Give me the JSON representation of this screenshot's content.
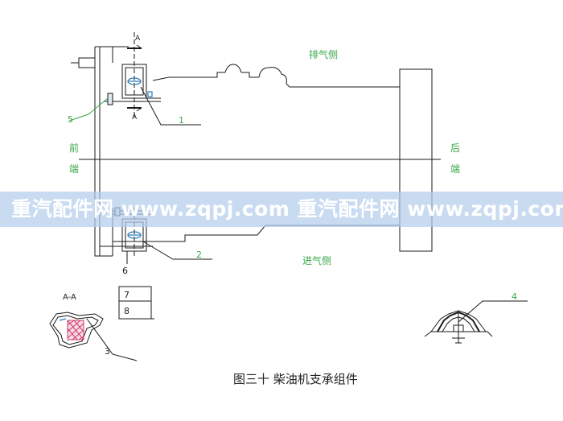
{
  "labels": {
    "exhaust_side": "排气侧",
    "intake_side": "进气侧",
    "front": "前",
    "front_end": "端",
    "rear": "后",
    "rear_end": "端",
    "section_a_top": "A",
    "section_a_bottom": "A",
    "section_aa": "A-A"
  },
  "callouts": [
    "1",
    "2",
    "3",
    "4",
    "5",
    "6",
    "7",
    "8"
  ],
  "caption": "图三十  柴油机支承组件",
  "watermark": "重汽配件网  www.zqpj.com  重汽配件网  www.zqpj.com  重",
  "colors": {
    "line": "#1a1a1a",
    "label_green": "#3aa84a",
    "hatch": "#d23a6a",
    "blue_detail": "#2a7ab8",
    "watermark_band": "#b4cdeb"
  }
}
